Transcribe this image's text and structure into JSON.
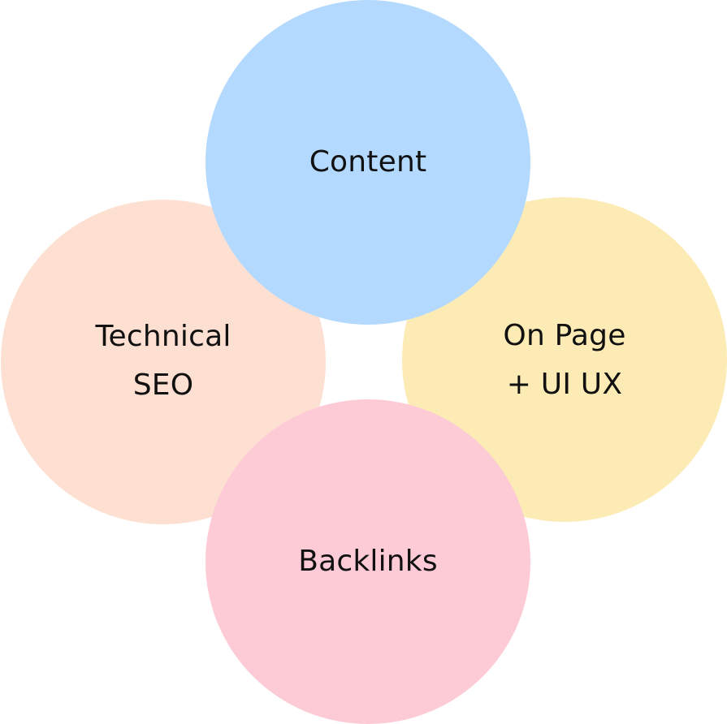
{
  "circles": {
    "content": {
      "label": "Content",
      "color": "#b3d9fe"
    },
    "technical": {
      "label": "Technical\nSEO",
      "color": "#fde0d2"
    },
    "onpage": {
      "label": "On Page\n+ UI UX",
      "color": "#fdebb5"
    },
    "backlinks": {
      "label": "Backlinks",
      "color": "#fdcbd6"
    }
  }
}
